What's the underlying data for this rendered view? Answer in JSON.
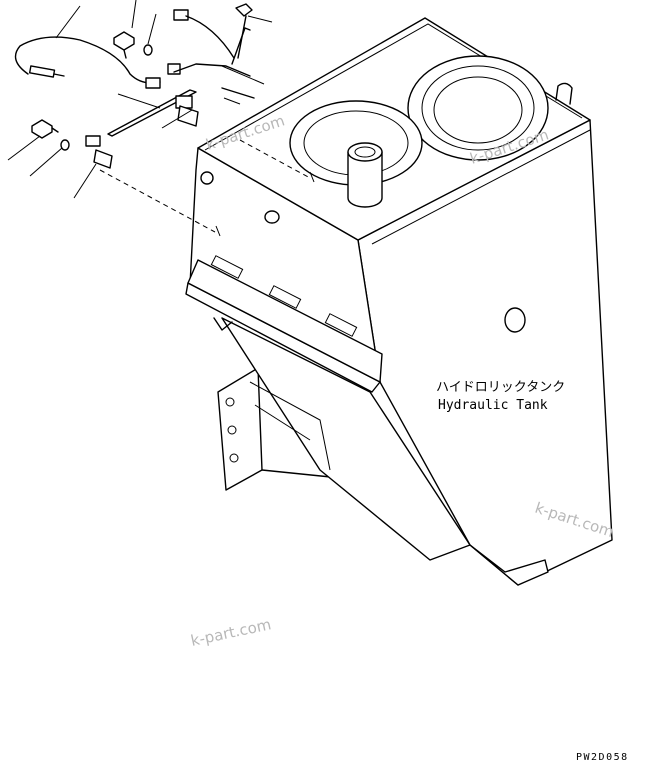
{
  "labels": {
    "name_jp": "ハイドロリックタンク",
    "name_en": "Hydraulic Tank"
  },
  "watermarks": [
    "k-part.com",
    "k-part.com",
    "k-part.com",
    "k-part.com"
  ],
  "drawing_code": "PW2D058"
}
